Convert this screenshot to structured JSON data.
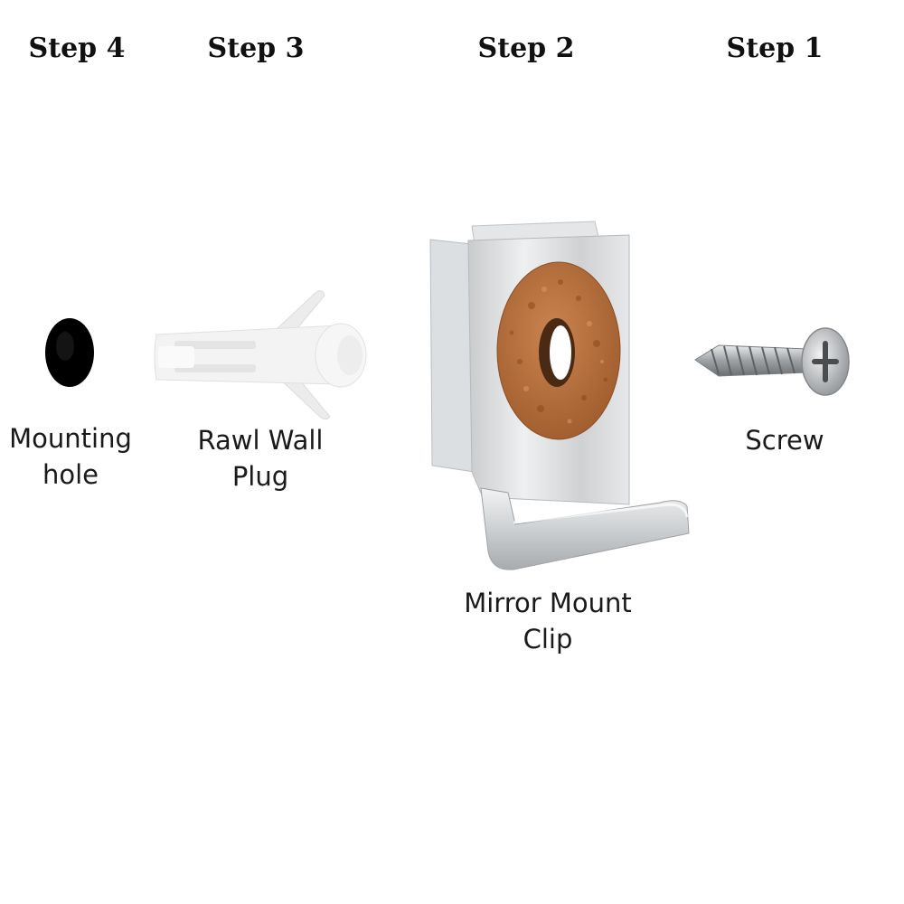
{
  "steps": [
    {
      "title": "Step 4",
      "label_lines": [
        "Mounting",
        "hole"
      ],
      "icon": "mounting-hole-icon"
    },
    {
      "title": "Step 3",
      "label_lines": [
        "Rawl Wall",
        "Plug"
      ],
      "icon": "wall-plug-icon"
    },
    {
      "title": "Step 2",
      "label_lines": [
        "Mirror Mount",
        "Clip"
      ],
      "icon": "mirror-clip-icon"
    },
    {
      "title": "Step 1",
      "label_lines": [
        "Screw"
      ],
      "icon": "screw-icon"
    }
  ],
  "colors": {
    "hole": "#000000",
    "plug": "#f2f2f2",
    "metal": "#d4d6d8",
    "cork": "#b8703c"
  }
}
